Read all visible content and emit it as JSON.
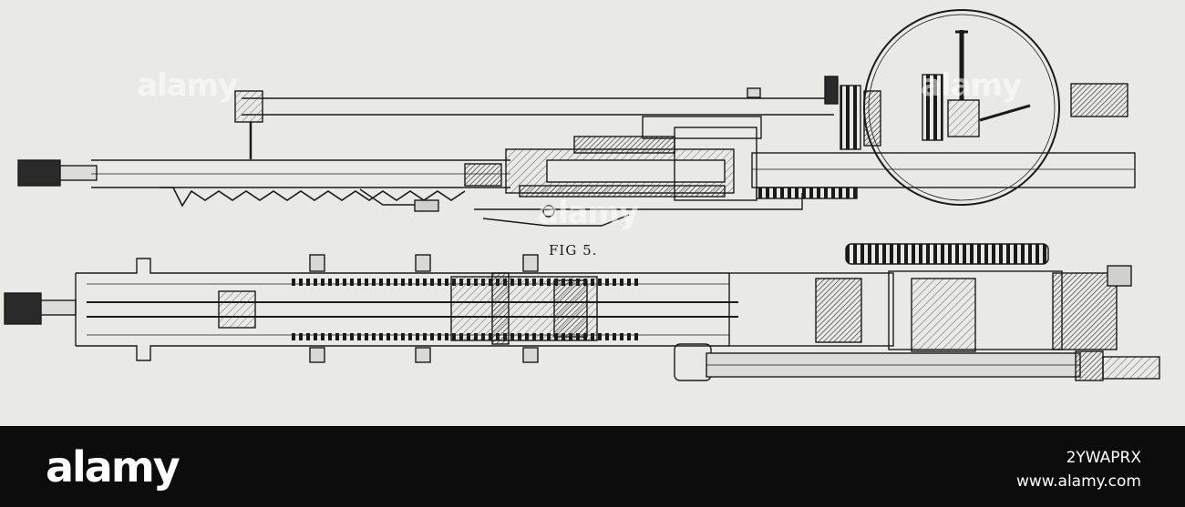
{
  "figure": {
    "caption": "FIG 5."
  },
  "watermark": {
    "text": "alamy"
  },
  "footer": {
    "logo_text": "alamy",
    "image_id": "2YWAPRX",
    "site": "www.alamy.com"
  },
  "colors": {
    "paper": "#e9e9e7",
    "ink": "#1a1a1a",
    "footer_bg": "#0c0c0c"
  }
}
